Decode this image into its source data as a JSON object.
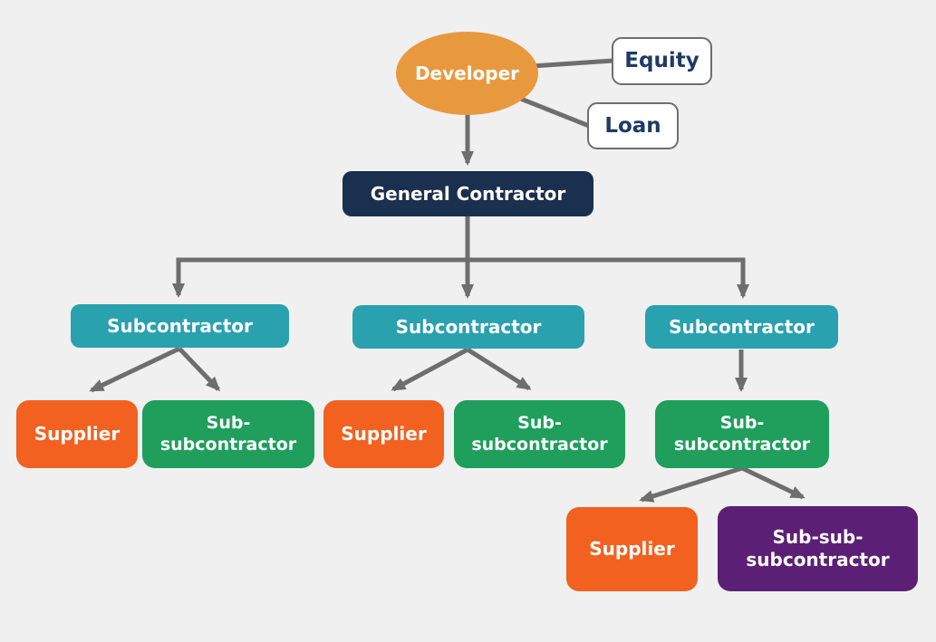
{
  "diagram": {
    "type": "org-chart",
    "description": "Construction project party hierarchy with funding sources",
    "nodes": {
      "developer": {
        "label": "Developer",
        "shape": "ellipse",
        "color": "#e8993e",
        "text_color": "#ffffff"
      },
      "equity": {
        "label": "Equity",
        "shape": "rounded-rect",
        "color": "#ffffff",
        "border_color": "#6e6e6e",
        "text_color": "#1e3a66"
      },
      "loan": {
        "label": "Loan",
        "shape": "rounded-rect",
        "color": "#ffffff",
        "border_color": "#6e6e6e",
        "text_color": "#1e3a66"
      },
      "general_contractor": {
        "label": "General Contractor",
        "shape": "rounded-rect",
        "color": "#1b2f4e",
        "text_color": "#ffffff"
      },
      "subcontractor_1": {
        "label": "Subcontractor",
        "shape": "rounded-rect",
        "color": "#2aa1ae",
        "text_color": "#ffffff"
      },
      "subcontractor_2": {
        "label": "Subcontractor",
        "shape": "rounded-rect",
        "color": "#2aa1ae",
        "text_color": "#ffffff"
      },
      "subcontractor_3": {
        "label": "Subcontractor",
        "shape": "rounded-rect",
        "color": "#2aa1ae",
        "text_color": "#ffffff"
      },
      "supplier_1": {
        "label": "Supplier",
        "shape": "rounded-rect",
        "color": "#f2611f",
        "text_color": "#ffffff"
      },
      "sub_subcontractor_1": {
        "label": "Sub-subcontractor",
        "shape": "rounded-rect",
        "color": "#1f9e5c",
        "text_color": "#ffffff"
      },
      "supplier_2": {
        "label": "Supplier",
        "shape": "rounded-rect",
        "color": "#f2611f",
        "text_color": "#ffffff"
      },
      "sub_subcontractor_2": {
        "label": "Sub-subcontractor",
        "shape": "rounded-rect",
        "color": "#1f9e5c",
        "text_color": "#ffffff"
      },
      "sub_subcontractor_3": {
        "label": "Sub-subcontractor",
        "shape": "rounded-rect",
        "color": "#1f9e5c",
        "text_color": "#ffffff"
      },
      "supplier_3": {
        "label": "Supplier",
        "shape": "rounded-rect",
        "color": "#f2611f",
        "text_color": "#ffffff"
      },
      "sub_sub_subcontractor": {
        "label": "Sub-sub-subcontractor",
        "shape": "rounded-rect",
        "color": "#5b2076",
        "text_color": "#ffffff"
      }
    },
    "edges": [
      {
        "from": "developer",
        "to": "equity",
        "arrow": false
      },
      {
        "from": "developer",
        "to": "loan",
        "arrow": false
      },
      {
        "from": "developer",
        "to": "general_contractor",
        "arrow": true
      },
      {
        "from": "general_contractor",
        "to": "subcontractor_1",
        "arrow": true
      },
      {
        "from": "general_contractor",
        "to": "subcontractor_2",
        "arrow": true
      },
      {
        "from": "general_contractor",
        "to": "subcontractor_3",
        "arrow": true
      },
      {
        "from": "subcontractor_1",
        "to": "supplier_1",
        "arrow": true
      },
      {
        "from": "subcontractor_1",
        "to": "sub_subcontractor_1",
        "arrow": true
      },
      {
        "from": "subcontractor_2",
        "to": "supplier_2",
        "arrow": true
      },
      {
        "from": "subcontractor_2",
        "to": "sub_subcontractor_2",
        "arrow": true
      },
      {
        "from": "subcontractor_3",
        "to": "sub_subcontractor_3",
        "arrow": true
      },
      {
        "from": "sub_subcontractor_3",
        "to": "supplier_3",
        "arrow": true
      },
      {
        "from": "sub_subcontractor_3",
        "to": "sub_sub_subcontractor",
        "arrow": true
      }
    ],
    "colors": {
      "background": "#f0f0f1",
      "connector": "#6e6e6e"
    }
  }
}
